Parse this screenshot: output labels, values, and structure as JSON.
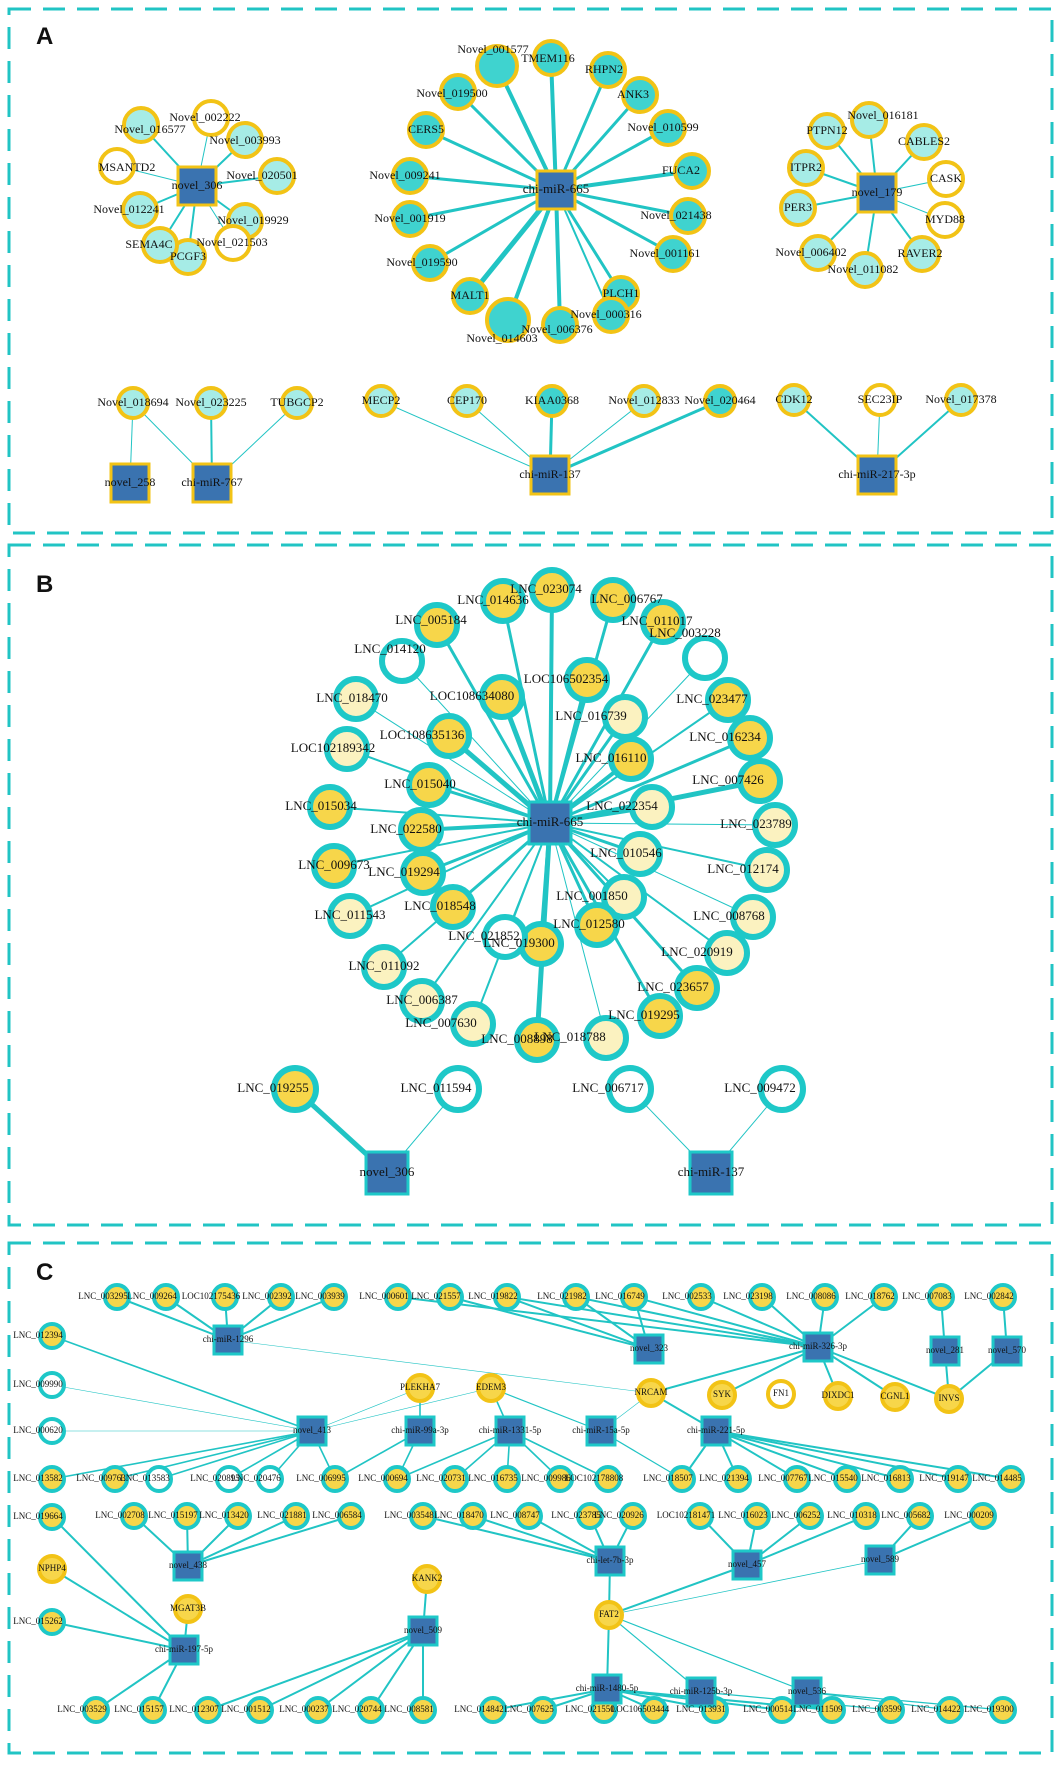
{
  "colors": {
    "teal": "#1EC8C8",
    "teal_fill": "#3FD3CF",
    "light_teal_fill": "#A6ECE6",
    "gold": "#F2C316",
    "yellow_fill": "#F7D64A",
    "pale_fill": "#FBF2C0",
    "hub": "#3A73B0",
    "edge": "#21C4C4",
    "frame": "#21C4C4"
  },
  "panels": {
    "A": {
      "letter": "A",
      "clusters": [
        {
          "hub": "novel_306",
          "targets": [
            "Novel_002222",
            "Novel_003993",
            "Novel_020501",
            "Novel_019929",
            "Novel_021503",
            "PCGF3",
            "SEMA4C",
            "Novel_012241",
            "MSANTD2",
            "Novel_016577"
          ]
        },
        {
          "hub": "chi-miR-665",
          "targets": [
            "TMEM116",
            "RHPN2",
            "ANK3",
            "Novel_010599",
            "FUCA2",
            "Novel_021438",
            "Novel_001161",
            "PLCH1",
            "Novel_000316",
            "Novel_006376",
            "Novel_014603",
            "MALT1",
            "Novel_019590",
            "Novel_001919",
            "Novel_009241",
            "CERS5",
            "Novel_019500",
            "Novel_001577"
          ]
        },
        {
          "hub": "novel_179",
          "targets": [
            "Novel_016181",
            "CABLES2",
            "CASK",
            "MYD88",
            "RAVER2",
            "Novel_011082",
            "Novel_006402",
            "PER3",
            "ITPR2",
            "PTPN12"
          ]
        },
        {
          "hubs": [
            "novel_258",
            "chi-miR-767"
          ],
          "targets": [
            "Novel_018694",
            "Novel_023225",
            "TUBGCP2"
          ]
        },
        {
          "hub": "chi-miR-137",
          "targets": [
            "MECP2",
            "CEP170",
            "KIAA0368",
            "Novel_012833",
            "Novel_020464"
          ]
        },
        {
          "hub": "chi-miR-217-3p",
          "targets": [
            "CDK12",
            "SEC23IP",
            "Novel_017378"
          ]
        }
      ]
    },
    "B": {
      "letter": "B",
      "hub": "chi-miR-665",
      "targets": [
        "LNC_023074",
        "LNC_006767",
        "LNC_011017",
        "LNC_003228",
        "LNC_023477",
        "LNC_016234",
        "LNC_007426",
        "LNC_023789",
        "LNC_012174",
        "LNC_008768",
        "LNC_020919",
        "LNC_023657",
        "LNC_019295",
        "LNC_018788",
        "LNC_008898",
        "LNC_007630",
        "LNC_006387",
        "LNC_011092",
        "LNC_011543",
        "LNC_009673",
        "LNC_015034",
        "LOC102189342",
        "LNC_018470",
        "LNC_014120",
        "LNC_005184",
        "LNC_014636",
        "LOC106502354",
        "LOC108634080",
        "LNC_016739",
        "LNC_016110",
        "LNC_022354",
        "LNC_010546",
        "LNC_001850",
        "LNC_012580",
        "LNC_019300",
        "LNC_021852",
        "LNC_018548",
        "LNC_019294",
        "LNC_022580",
        "LNC_015040",
        "LOC108635136"
      ],
      "small_clusters": [
        {
          "hub": "novel_306",
          "targets": [
            "LNC_019255",
            "LNC_011594"
          ]
        },
        {
          "hub": "chi-miR-137",
          "targets": [
            "LNC_006717",
            "LNC_009472"
          ]
        }
      ]
    },
    "C": {
      "letter": "C",
      "hubs": [
        "chi-miR-1296",
        "novel_323",
        "chi-miR-326-3p",
        "novel_281",
        "novel_570",
        "novel_413",
        "chi-miR-99a-3p",
        "chi-miR-1331-5p",
        "chi-miR-15a-5p",
        "chi-miR-221-5p",
        "novel_438",
        "chi-let-7b-3p",
        "novel_457",
        "novel_589",
        "chi-miR-197-5p",
        "novel_509",
        "chi-miR-1480-5p",
        "chi-miR-125b-3p",
        "novel_536"
      ],
      "genes": [
        "PLEKHA7",
        "EDEM3",
        "NRCAM",
        "SYK",
        "FN1",
        "DIXDC1",
        "CGNL1",
        "INVS",
        "MGAT3B",
        "KANK2",
        "FAT2",
        "NPHP4"
      ],
      "lncs": [
        "LNC_003295",
        "LNC_009264",
        "LOC102175436",
        "LNC_002392",
        "LNC_003939",
        "LNC_000601",
        "LNC_021557",
        "LNC_019822",
        "LNC_021982",
        "LNC_016749",
        "LNC_002533",
        "LNC_023198",
        "LNC_008086",
        "LNC_018762",
        "LNC_007083",
        "LNC_002842",
        "LNC_012394",
        "LNC_009990",
        "LNC_000620",
        "LNC_013582",
        "LNC_009763",
        "LNC_013583",
        "LNC_020895",
        "LNC_020476",
        "LNC_006995",
        "LNC_000694",
        "LNC_020731",
        "LNC_016735",
        "LNC_009986",
        "LOC102178808",
        "LNC_018507",
        "LNC_021394",
        "LNC_007767",
        "LNC_015540",
        "LNC_016813",
        "LNC_019147",
        "LNC_014485",
        "LNC_019664",
        "LNC_002708",
        "LNC_015197",
        "LNC_013420",
        "LNC_021881",
        "LNC_006584",
        "LNC_003548",
        "LNC_018470",
        "LNC_008747",
        "LNC_023785",
        "LNC_020926",
        "LOC102181471",
        "LNC_016023",
        "LNC_006252",
        "LNC_010318",
        "LNC_005682",
        "LNC_000209",
        "LNC_015262",
        "LNC_003529",
        "LNC_015157",
        "LNC_012307",
        "LNC_001512",
        "LNC_000237",
        "LNC_020744",
        "LNC_008581",
        "LNC_014842",
        "LNC_007625",
        "LNC_021550",
        "LOC106503444",
        "LNC_013931",
        "LNC_000514",
        "LNC_011509",
        "LNC_003599",
        "LNC_014422",
        "LNC_019300"
      ]
    }
  }
}
